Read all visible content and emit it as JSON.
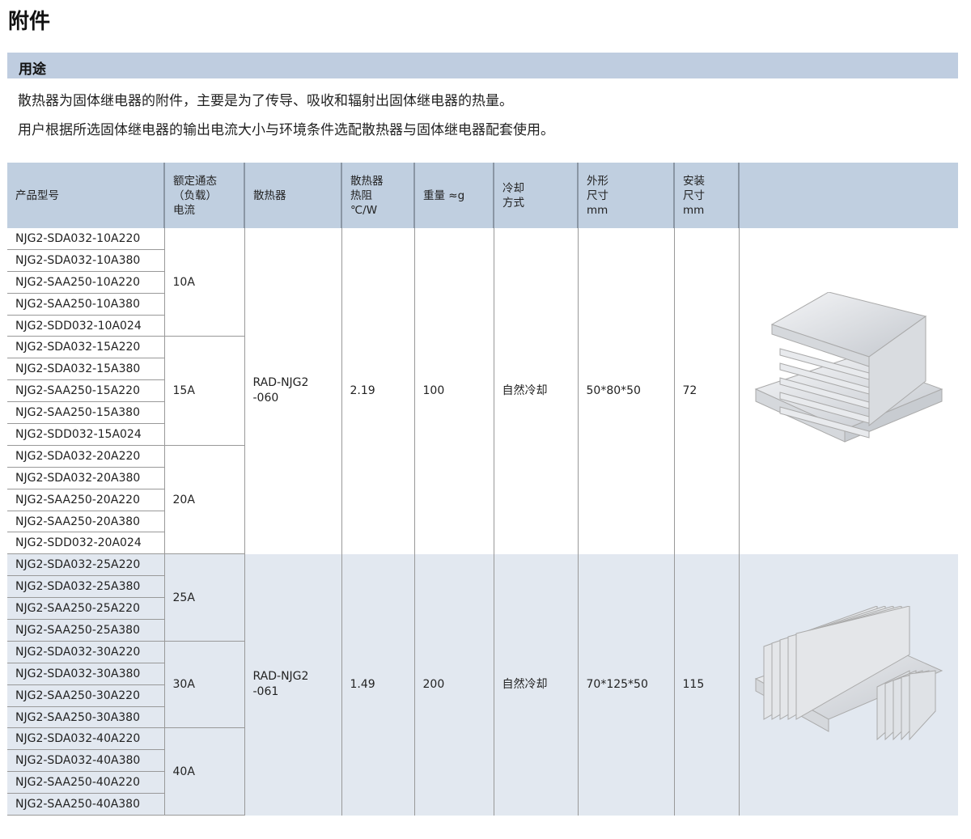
{
  "title": "附件",
  "section": "用途",
  "paragraphs": [
    "散热器为固体继电器的附件，主要是为了传导、吸收和辐射出固体继电器的热量。",
    "用户根据所选固体继电器的输出电流大小与环境条件选配散热器与固体继电器配套使用。"
  ],
  "headers": [
    "产品型号",
    "额定通态\n（负载）\n电流",
    "散热器",
    "散热器\n热阻\n℃/W",
    "重量 ≈g",
    "冷却\n方式",
    "外形\n尺寸\nmm",
    "安装\n尺寸\nmm"
  ],
  "products": [
    {
      "radiator": "RAD-NJG2\n-060",
      "resistance": "2.19",
      "weight": "100",
      "cooling": "自然冷却",
      "size": "50*80*50",
      "mount": "72",
      "image": "heatsink-small-image",
      "groups": [
        {
          "current": "10A",
          "models": [
            "NJG2-SDA032-10A220",
            "NJG2-SDA032-10A380",
            "NJG2-SAA250-10A220",
            "NJG2-SAA250-10A380",
            "NJG2-SDD032-10A024"
          ]
        },
        {
          "current": "15A",
          "models": [
            "NJG2-SDA032-15A220",
            "NJG2-SDA032-15A380",
            "NJG2-SAA250-15A220",
            "NJG2-SAA250-15A380",
            "NJG2-SDD032-15A024"
          ]
        },
        {
          "current": "20A",
          "models": [
            "NJG2-SDA032-20A220",
            "NJG2-SDA032-20A380",
            "NJG2-SAA250-20A220",
            "NJG2-SAA250-20A380",
            "NJG2-SDD032-20A024"
          ]
        }
      ]
    },
    {
      "radiator": "RAD-NJG2\n-061",
      "resistance": "1.49",
      "weight": "200",
      "cooling": "自然冷却",
      "size": "70*125*50",
      "mount": "115",
      "image": "heatsink-large-image",
      "groups": [
        {
          "current": "25A",
          "models": [
            "NJG2-SDA032-25A220",
            "NJG2-SDA032-25A380",
            "NJG2-SAA250-25A220",
            "NJG2-SAA250-25A380"
          ]
        },
        {
          "current": "30A",
          "models": [
            "NJG2-SDA032-30A220",
            "NJG2-SDA032-30A380",
            "NJG2-SAA250-30A220",
            "NJG2-SAA250-30A380"
          ]
        },
        {
          "current": "40A",
          "models": [
            "NJG2-SDA032-40A220",
            "NJG2-SDA032-40A380",
            "NJG2-SAA250-40A220",
            "NJG2-SAA250-40A380"
          ]
        }
      ]
    }
  ]
}
